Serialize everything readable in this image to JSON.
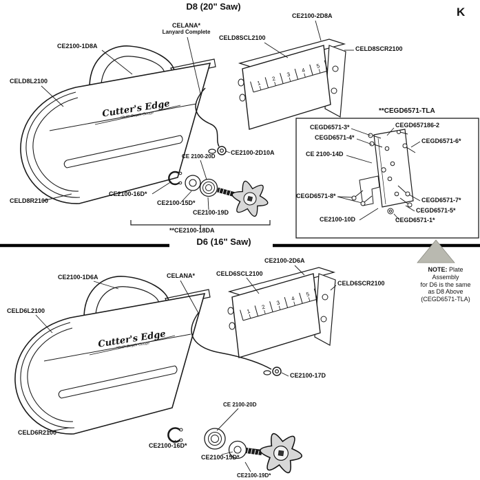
{
  "page": {
    "corner_letter": "K"
  },
  "sections": {
    "d8": {
      "title": "D8 (20\" Saw)"
    },
    "d6": {
      "title": "D6 (16\" Saw)"
    }
  },
  "logo": {
    "name": "Cutter's Edge",
    "sub": "“D-8” Depth Gauge",
    "sub_d6": "“D-6” Depth Gauge"
  },
  "scale_numbers": [
    "1",
    "2",
    "3",
    "4",
    "5"
  ],
  "labels_d8": {
    "handle": "CE2100-1D8A",
    "lanyard1": "CELANA*",
    "lanyard2": "Lanyard Complete",
    "scale_left": "CELD8SCL2100",
    "plate_top": "CE2100-2D8A",
    "scale_right": "CELD8SCR2100",
    "body_left": "CELD8L2100",
    "body_right": "CELD8R2100",
    "ring": "CE2100-2D10A",
    "washer_top": "CE 2100-20D",
    "clip": "CE2100-16D*",
    "washer1": "CE2100-15D*",
    "washer2": "CE2100-19D",
    "assembly": "**CE2100-18DA"
  },
  "inset": {
    "title": "**CEGD6571-TLA",
    "labels": [
      "CEGD6571-3*",
      "CEGD657186-2",
      "CEGD6571-4*",
      "CEGD6571-6*",
      "CE 2100-14D",
      "CEGD6571-8*",
      "CEGD6571-7*",
      "CEGD6571-5*",
      "CE2100-10D",
      "CEGD6571-1*"
    ]
  },
  "labels_d6": {
    "handle": "CE2100-1D6A",
    "lanyard": "CELANA*",
    "scale_left": "CELD6SCL2100",
    "plate_top": "CE2100-2D6A",
    "scale_right": "CELD6SCR2100",
    "body_left": "CELD6L2100",
    "body_right": "CELD6R2100",
    "ring": "CE2100-17D",
    "washer_top": "CE 2100-20D",
    "clip": "CE2100-16D*",
    "washer1": "CE2100-15D*",
    "washer2": "CE2100-19D*"
  },
  "note": {
    "label": "NOTE:",
    "line1": "Plate",
    "lines": [
      "Assembly",
      "for D6 is the same",
      "as D8 Above",
      "(CEGD6571-TLA)"
    ]
  }
}
